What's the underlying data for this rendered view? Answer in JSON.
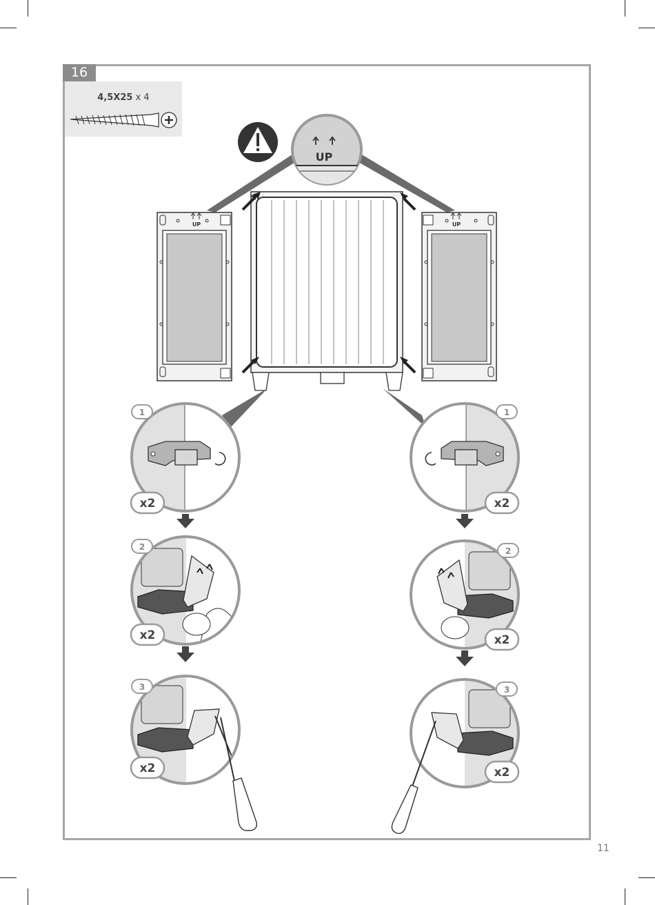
{
  "step": {
    "number": "16"
  },
  "parts": {
    "spec": "4,5X25",
    "qty": "x 4"
  },
  "labels": {
    "up": "UP"
  },
  "substeps": {
    "one": "1",
    "two": "2",
    "three": "3",
    "repeat": "x2"
  },
  "page": {
    "number": "11"
  },
  "colors": {
    "frame": "#a6a6a6",
    "step_bg": "#8c8c8c",
    "panel_fill": "#c8c8c8",
    "warning": "#333333"
  }
}
